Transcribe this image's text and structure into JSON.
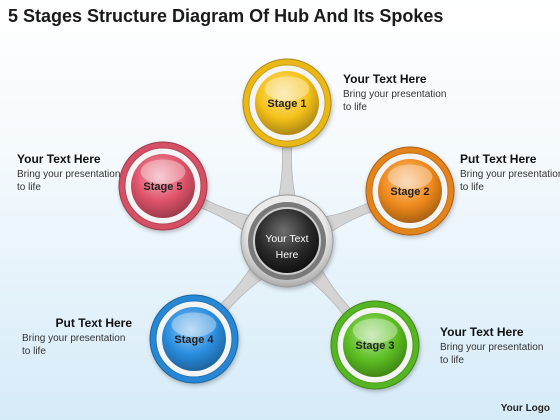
{
  "title": "5 Stages Structure Diagram Of Hub And Its Spokes",
  "hub": {
    "line1": "Your Text",
    "line2": "Here"
  },
  "stages": [
    {
      "label": "Stage 1",
      "color": "#f6c21a",
      "text_color": "#222222"
    },
    {
      "label": "Stage 2",
      "color": "#f08a1c",
      "text_color": "#222222"
    },
    {
      "label": "Stage 3",
      "color": "#5cbf22",
      "text_color": "#222222"
    },
    {
      "label": "Stage 4",
      "color": "#2a8ee0",
      "text_color": "#222222"
    },
    {
      "label": "Stage 5",
      "color": "#e0536a",
      "text_color": "#222222"
    }
  ],
  "callouts": {
    "top_right": {
      "heading": "Your Text Here",
      "body": "Bring your presentation to life"
    },
    "right": {
      "heading": "Put Text Here",
      "body": "Bring your presentation to life"
    },
    "bottom_right": {
      "heading": "Your Text Here",
      "body": "Bring your presentation to life"
    },
    "bottom_left": {
      "heading": "Put Text Here",
      "body": "Bring your presentation to life"
    },
    "left": {
      "heading": "Your Text Here",
      "body": "Bring your presentation to life"
    }
  },
  "logo": "Your Logo"
}
